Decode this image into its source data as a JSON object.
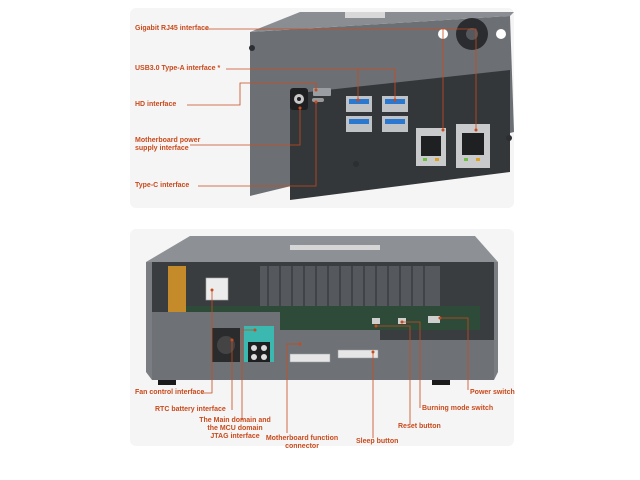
{
  "top_panel": {
    "labels": {
      "rj45": "Gigabit RJ45 interface",
      "usb3": "USB3.0 Type-A interface",
      "usb3_mark": "*",
      "hd": "HD interface",
      "power_line1": "Motherboard power",
      "power_line2": "supply interface",
      "typec": "Type-C interface"
    }
  },
  "bottom_panel": {
    "labels": {
      "fan": "Fan control interface",
      "rtc": "RTC battery interface",
      "jtag_line1": "The Main domain and",
      "jtag_line2": "the MCU domain",
      "jtag_line3": "JTAG interface",
      "func_line1": "Motherboard function",
      "func_line2": "connector",
      "sleep": "Sleep button",
      "reset": "Reset button",
      "burning": "Burning mode switch",
      "power_switch": "Power switch"
    }
  },
  "colors": {
    "accent": "#c94a1c",
    "case_gray": "#6f7378",
    "case_dark": "#3c3f43",
    "usb_blue": "#2a78d0",
    "board_green": "#2e4b3a",
    "jtag_teal": "#3bb8b0",
    "panel_bg": "#f5f5f5"
  }
}
